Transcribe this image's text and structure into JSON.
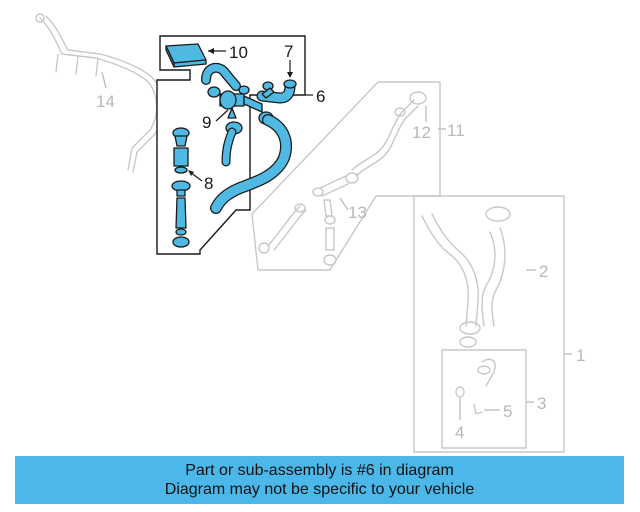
{
  "callouts": {
    "c1": "1",
    "c2": "2",
    "c3": "3",
    "c4": "4",
    "c5": "5",
    "c6": "6",
    "c7": "7",
    "c8": "8",
    "c9": "9",
    "c10": "10",
    "c11": "11",
    "c12": "12",
    "c13": "13",
    "c14": "14"
  },
  "highlighted_part": "6",
  "colors": {
    "highlight": "#4fb8e3",
    "banner": "#4cb8ea",
    "outline": "#1a1a1a",
    "faded": "#c8c8c8"
  },
  "banner": {
    "line1": "Part or sub-assembly is #6 in diagram",
    "line2": "Diagram may not be specific to your vehicle"
  }
}
